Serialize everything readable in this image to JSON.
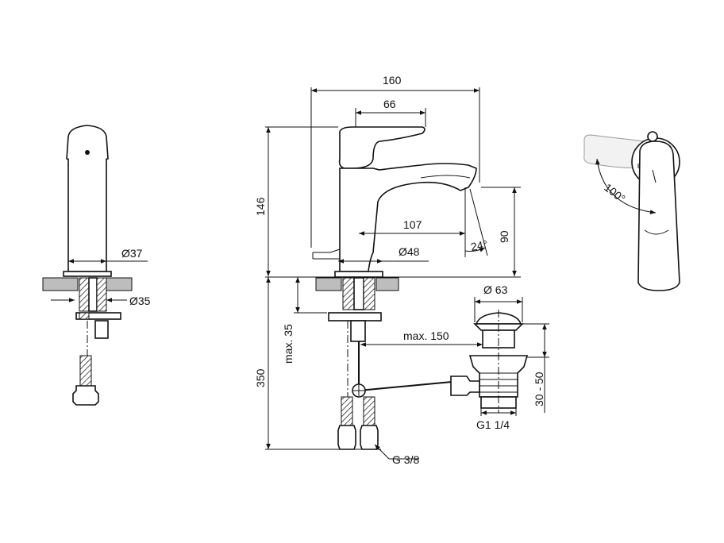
{
  "dimensions": {
    "width_overall": "160",
    "lever_offset": "66",
    "spout_reach": "107",
    "body_height": "146",
    "spout_height": "90",
    "spout_angle": "24°",
    "side_diameter": "Ø37",
    "tail_diameter": "Ø35",
    "base_diameter": "Ø48",
    "counter_thickness": "max. 35",
    "hose_length": "350",
    "rod_length": "max. 150",
    "waste_diameter": "Ø 63",
    "waste_height": "30 - 50",
    "waste_thread": "G1 1/4",
    "hose_thread": "G 3/8",
    "lever_rotation": "100°"
  }
}
